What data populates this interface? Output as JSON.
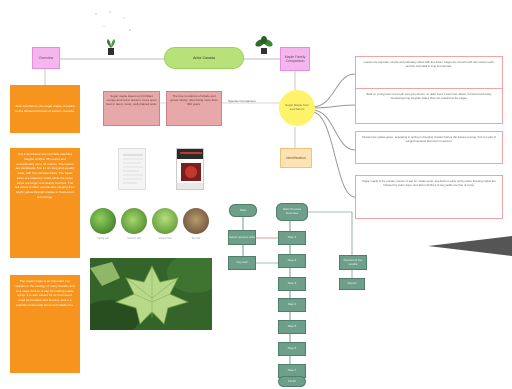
{
  "top_nodes": {
    "left_label": "Overview",
    "center_label": "Arbor Canada",
    "right_label": "Maple Family Comparison"
  },
  "orange_blocks": [
    "Acer saccharum, the sugar maple, is native to the hardwood forests of eastern Canada.",
    "It is a deciduous tree normally reaching heights of 25 to 35 metres and exceptionally up to 45 metres. The leaves are deciduous, 5 to 11 cm long and equally wide, with five palmate lobes. The basal lobes are relatively small, while the upper lobes are larger and deeply notched. The fall colour is often spectacular, ranging from bright yellow through orange to fluorescent red-orange.",
    "The sugar maple is an important tree species in the ecology of many forests, and is a major source of sap for making maple syrup. It is also valued for its hard wood, used for furniture and flooring, and is a popular ornamental street and shade tree."
  ],
  "rose_boxes": [
    "Sugar maple leaves turn brilliant orange and red in autumn; trees grow best in deep, moist, well-drained soils.",
    "The tree is tolerant of shade and grows slowly, often living more than 300 years."
  ],
  "link_label": "Species Comparison",
  "yellow_circle": "Sugar Maple Acer saccharum",
  "beige_box": "Identification",
  "notes": [
    "Leaves are opposite, simple and palmately lobed with five lobes; edges are smooth with few coarse teeth, and the leaf stalk is long and slender.",
    "Bark on young trees is smooth and grey-brown; on older trees it becomes darker, furrowed and scaly, developing long irregular plates that curl outward at the edges.",
    "Flowers are yellow-green, appearing in spring in drooping clusters before the leaves emerge; fruit is a pair of winged samaras that ripen in autumn.",
    "Sugar maple is the primary source of sap for maple syrup; sap flows in early spring when freezing nights are followed by warm days, and about 40 litres of sap yields one litre of syrup."
  ],
  "photo_captions": [
    "Spring leaf",
    "Summer leaf",
    "Autumn leaf",
    "Dry leaf"
  ],
  "flow_nodes": {
    "start": "Start",
    "left1": "Select species data",
    "left2": "Key leaf",
    "main1": "Main Process Overview",
    "main2": "Step 1",
    "main3": "Step 2",
    "main4": "Step 3",
    "main5": "Step 4",
    "main6": "Step 5",
    "main7": "Step 6",
    "main8": "Step 7",
    "main9": "Finish",
    "right1": "Document the results",
    "right2": "Report"
  },
  "colors": {
    "pink": "#f5b6f0",
    "green": "#b7e27a",
    "orange": "#f7941d",
    "rose": "#e6a8a8",
    "yellow": "#fff36a",
    "flow": "#6e9f8a"
  }
}
